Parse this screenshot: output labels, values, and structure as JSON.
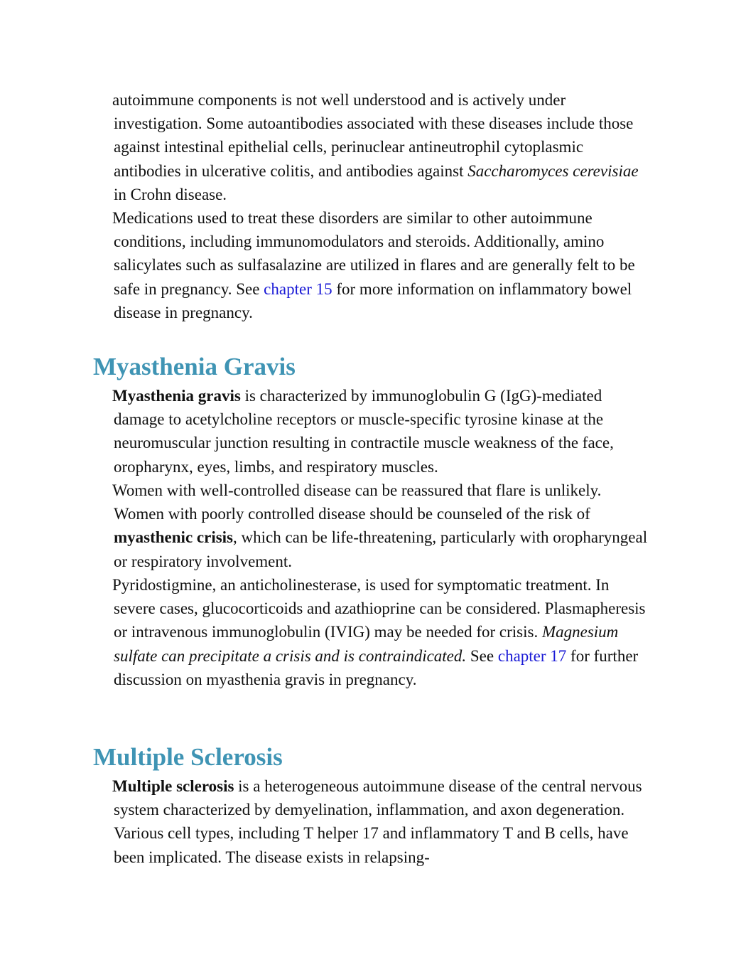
{
  "intro_paragraph_1": {
    "text_a": "autoimmune components is not well understood and is actively under investigation. Some autoantibodies associated with these diseases include those against intestinal epithelial cells, perinuclear antineutrophil cytoplasmic antibodies in ulcerative colitis, and antibodies against ",
    "italic": "Saccharomyces cerevisiae",
    "text_b": " in Crohn disease."
  },
  "intro_paragraph_2": {
    "text_a": "Medications used to treat these disorders are similar to other autoimmune conditions, including immunomodulators and steroids. Additionally, amino salicylates such as sulfasalazine are utilized in flares and are generally felt to be safe in pregnancy. See ",
    "link": "chapter 15",
    "text_b": " for more information on inflammatory bowel disease in pregnancy."
  },
  "myasthenia": {
    "heading": "Myasthenia Gravis",
    "p1_bold": "Myasthenia gravis",
    "p1_text": " is characterized by immunoglobulin G (IgG)-mediated damage to acetylcholine receptors or muscle-specific tyrosine kinase at the neuromuscular junction resulting in contractile muscle weakness of the face, oropharynx, eyes, limbs, and respiratory muscles.",
    "p2_text_a": "Women with well-controlled disease can be reassured that flare is unlikely. Women with poorly controlled disease should be counseled of the risk of ",
    "p2_bold": "myasthenic crisis",
    "p2_text_b": ", which can be life-threatening, particularly with oropharyngeal or respiratory involvement.",
    "p3_text_a": "Pyridostigmine, an anticholinesterase, is used for symptomatic treatment. In severe cases, glucocorticoids and azathioprine can be considered. Plasmapheresis or intravenous immunoglobulin (IVIG) may be needed for crisis. ",
    "p3_italic": "Magnesium sulfate can precipitate a crisis and is contraindicated.",
    "p3_text_b": " See ",
    "p3_link": "chapter 17",
    "p3_text_c": " for further discussion on myasthenia gravis in pregnancy."
  },
  "sclerosis": {
    "heading": "Multiple Sclerosis",
    "p1_bold": "Multiple sclerosis",
    "p1_text": " is a heterogeneous autoimmune disease of the central nervous system characterized by demyelination, inflammation, and axon degeneration. Various cell types, including T helper 17 and inflammatory T and B cells, have been implicated. The disease exists in relapsing-"
  },
  "colors": {
    "heading": "#3f94b4",
    "link": "#1a1ad6",
    "text": "#111111"
  }
}
